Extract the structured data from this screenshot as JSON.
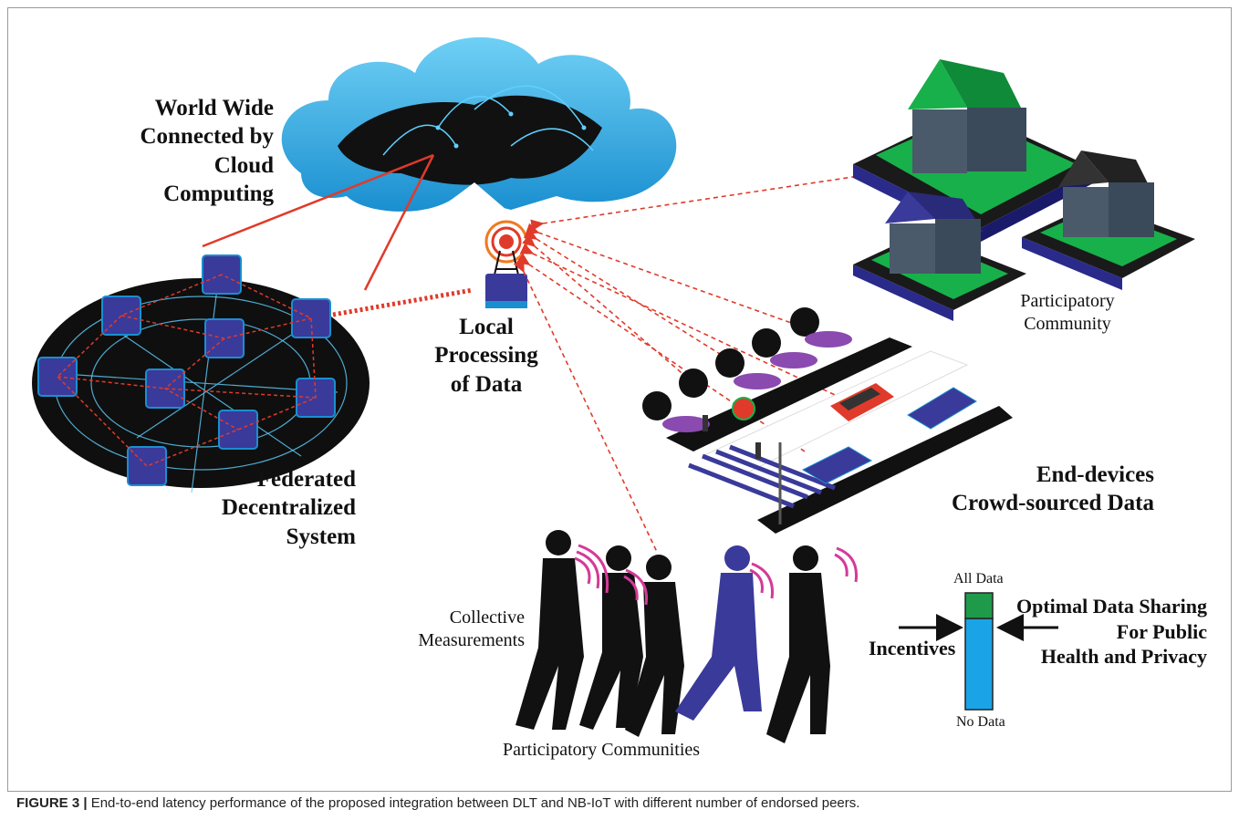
{
  "labels": {
    "cloud": [
      "World Wide",
      "Connected by",
      "Cloud Computing"
    ],
    "local": [
      "Local",
      "Processing",
      "of Data"
    ],
    "federated": [
      "Federated",
      "Decentralized",
      "System"
    ],
    "community": [
      "Participatory",
      "Community"
    ],
    "end_devices": [
      "End-devices",
      "Crowd-sourced Data"
    ],
    "collective": [
      "Collective",
      "Measurements"
    ],
    "communities": "Participatory Communities",
    "all_data": "All Data",
    "no_data": "No Data",
    "incentives": "Incentives",
    "optimal": [
      "Optimal Data Sharing",
      "For Public",
      "Health and Privacy"
    ]
  },
  "data_sharing_bar": {
    "all_data_share": 0.22,
    "no_data_share": 0.78
  },
  "caption": {
    "prefix": "FIGURE 3 |",
    "text": " End-to-end latency performance of the proposed integration between DLT and NB-IoT with different number of endorsed peers."
  },
  "colors": {
    "cloud": "#2aa8e0",
    "node": "#3a3a9a",
    "link": "#e03a2a",
    "house_roof_green": "#18b04a",
    "house_roof_blue": "#3a3a9a",
    "bar_top": "#1f9a4a",
    "bar_bottom": "#1aa3e6"
  }
}
